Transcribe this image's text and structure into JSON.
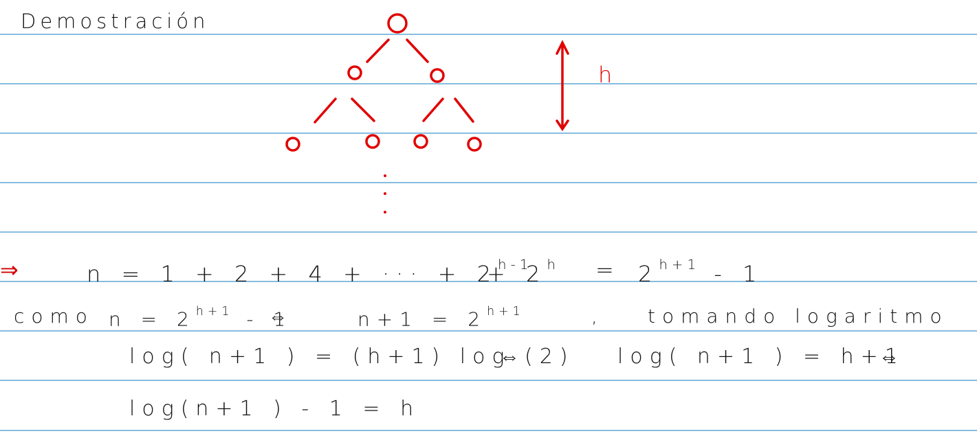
{
  "title": "Demostración",
  "colors": {
    "rule": "#87bde0",
    "ink": "#111111",
    "tree": "#e00000"
  },
  "tree": {
    "height_label": "h"
  },
  "line1": {
    "implies": "⇒",
    "lhs": "n = 1 + 2 + 4 + ··· + 2",
    "exp1": "h-1",
    "plus": "+ 2",
    "exp2": "h",
    "eq": "=",
    "rhs_base": "2",
    "rhs_exp": "h+1",
    "rhs_tail": "- 1"
  },
  "line2": {
    "word": "como",
    "expr1": "n = 2",
    "exp1": "h+1",
    "tail1": "- 1",
    "iff": "⇔",
    "expr2": "n+1 = 2",
    "exp2": "h+1",
    "comma": ",",
    "text": "tomando logaritmo"
  },
  "line3": {
    "expr1": "log( n+1 ) = (h+1) log (2)",
    "iff1": "⇔",
    "expr2": "log( n+1 ) = h+1",
    "iff2": "⇔"
  },
  "line4": {
    "expr": "log(n+1 ) - 1 = h"
  }
}
